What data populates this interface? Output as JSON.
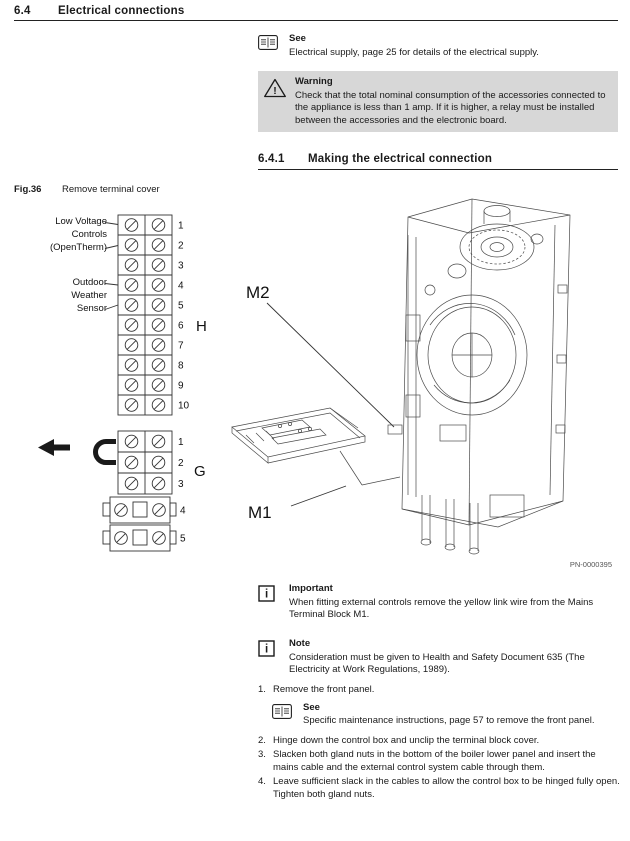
{
  "header": {
    "number": "6.4",
    "title": "Electrical connections"
  },
  "subheader": {
    "number": "6.4.1",
    "title": "Making the electrical connection"
  },
  "callouts": {
    "see_supply": {
      "title": "See",
      "text": "Electrical supply, page 25 for details of the electrical supply."
    },
    "warning": {
      "title": "Warning",
      "text": "Check that the total nominal consumption of the accessories connected to the appliance is less than 1 amp. If it is higher, a relay must be installed between the accessories and the electronic board."
    },
    "important": {
      "title": "Important",
      "text": "When fitting external controls remove the yellow link wire from the Mains Terminal Block M1."
    },
    "note": {
      "title": "Note",
      "text": "Consideration must be given to Health and Safety Document 635 (The Electricity at Work Regulations, 1989)."
    },
    "see_maintenance": {
      "title": "See",
      "text": "Specific maintenance instructions, page 57 to remove the front panel."
    }
  },
  "figure": {
    "caption_label": "Fig.36",
    "caption_text": "Remove terminal cover",
    "label_low_voltage": "Low Voltage\nControls\n(OpenTherm)",
    "label_outdoor": "Outdoor\nWeather\nSensor",
    "label_h": "H",
    "label_g": "G",
    "label_m2": "M2",
    "label_m1": "M1",
    "part_number": "PN-0000395",
    "upper_terminals": [
      "1",
      "2",
      "3",
      "4",
      "5",
      "6",
      "7",
      "8",
      "9",
      "10"
    ],
    "lower_terminals": [
      "1",
      "2",
      "3",
      "4",
      "5"
    ]
  },
  "steps": [
    {
      "number": "1.",
      "text": "Remove the front panel."
    },
    {
      "number": "2.",
      "text": "Hinge down the control box and unclip the terminal block cover."
    },
    {
      "number": "3.",
      "text": "Slacken both gland nuts in the bottom of the boiler lower panel and insert the mains cable and the external control system cable through them."
    },
    {
      "number": "4.",
      "text": "Leave sufficient slack in the cables to allow the control box to be hinged fully open. Tighten both gland nuts."
    }
  ],
  "icons": {
    "see": "open-book",
    "warning": "exclamation-triangle",
    "warning_glyph": "!",
    "info": "info-square",
    "info_glyph": "i"
  }
}
